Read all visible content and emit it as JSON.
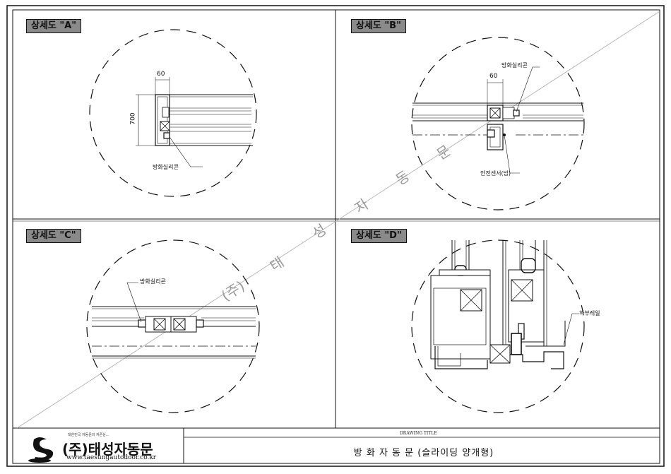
{
  "panels": {
    "a": {
      "title": "상세도 \"A\"",
      "dim_width": "60",
      "dim_height": "700",
      "callout": "방화실리콘"
    },
    "b": {
      "title": "상세도 \"B\"",
      "dim_width": "60",
      "callout_top": "방화실리콘",
      "callout_bottom": "안전센서(빔)"
    },
    "c": {
      "title": "상세도 \"C\"",
      "callout": "방화실리콘"
    },
    "d": {
      "title": "상세도 \"D\"",
      "callout": "하부레일"
    }
  },
  "watermark": [
    "(주)",
    "태",
    "성",
    "자",
    "동",
    "문"
  ],
  "title_block": {
    "slogan": "대한민국 자동문의 자존심...",
    "company": "(주)태성자동문",
    "url": "www.taesungautodoor.co.kr",
    "drawing_title_label": "DRAWING TITLE",
    "drawing_title": "방 화 자 동 문 (슬라이딩 양개형)"
  },
  "colors": {
    "line": "#111111",
    "header_fill": "#8a8a8a",
    "watermark": "#9a9a9a"
  }
}
